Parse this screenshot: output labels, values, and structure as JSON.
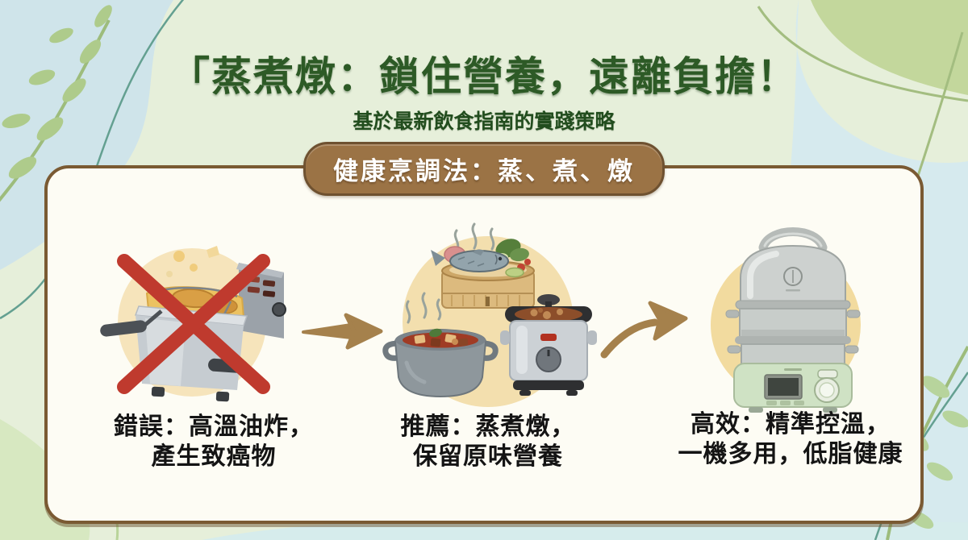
{
  "page": {
    "title": "「蒸煮燉：鎖住營養，遠離負擔！",
    "subtitle": "基於最新飲食指南的實踐策略",
    "badge": "健康烹調法：蒸、煮、燉"
  },
  "steps": [
    {
      "name": "wrong-deep-frying",
      "icon": "deep-fryer-crossed-out-icon",
      "caption_line1": "錯誤：高溫油炸，",
      "caption_line2": "產生致癌物"
    },
    {
      "name": "recommended-steam-boil-stew",
      "icon": "bamboo-steamer-pot-slow-cooker-icon",
      "caption_line1": "推薦：蒸煮燉，",
      "caption_line2": "保留原味營養"
    },
    {
      "name": "efficient-electric-steamer",
      "icon": "electric-steamer-icon",
      "caption_line1": "高效：精準控溫，",
      "caption_line2": "一機多用，低脂健康"
    }
  ],
  "icons": {
    "arrow_1": "right-arrow-icon",
    "arrow_2": "curved-right-arrow-icon",
    "decor": "leaf-branch-decoration"
  },
  "colors": {
    "title_green": "#2d5a26",
    "badge_brown": "#9b7345",
    "badge_border": "#6e5130",
    "card_bg": "#fdfcf4",
    "card_border": "#7a5a33",
    "arrow_brown": "#a5814c",
    "cross_red": "#bf3a2e",
    "circle_tan": "#f3dfae",
    "bg_green": "#e6efda",
    "bg_blue": "#cfe4ea",
    "caption_black": "#141414"
  }
}
